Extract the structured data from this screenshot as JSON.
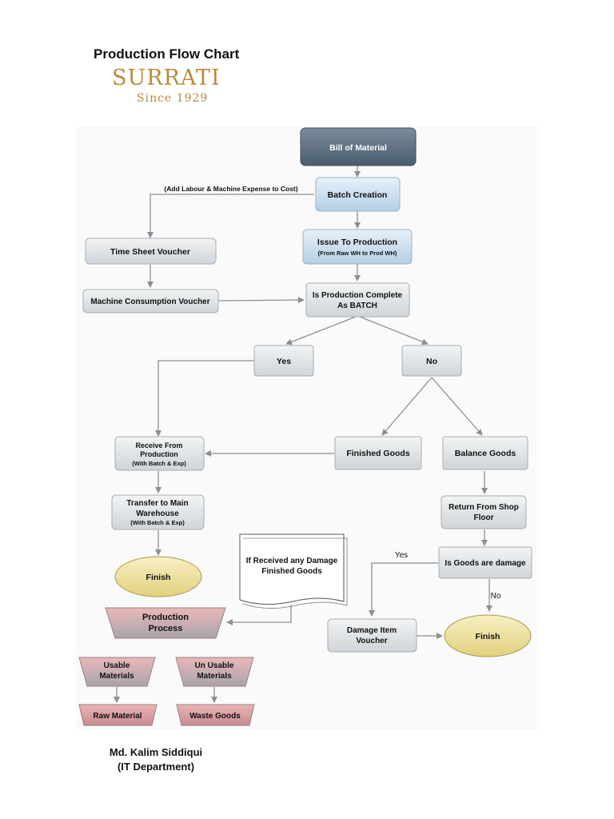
{
  "header": {
    "title": "Production Flow Chart",
    "logo_name": "SURRATI",
    "logo_since": "Since 1929"
  },
  "nodes": {
    "bill_of_material": "Bill of Material",
    "batch_creation": "Batch Creation",
    "labour_note": "(Add Labour & Machine Expense to Cost)",
    "time_sheet_voucher": "Time Sheet Voucher",
    "issue_to_production": "Issue To Production",
    "issue_to_production_sub": "(From Raw WH to Prod WH)",
    "machine_consumption_voucher": "Machine Consumption Voucher",
    "is_production_complete_1": "Is Production Complete",
    "is_production_complete_2": "As BATCH",
    "yes": "Yes",
    "no": "No",
    "receive_from_production_1": "Receive From",
    "receive_from_production_2": "Production",
    "receive_from_production_sub": "(With Batch & Exp)",
    "finished_goods": "Finished Goods",
    "balance_goods": "Balance Goods",
    "transfer_to_main_1": "Transfer to Main",
    "transfer_to_main_2": "Warehouse",
    "transfer_to_main_sub": "(With Batch & Exp)",
    "return_from_shop_1": "Return From Shop",
    "return_from_shop_2": "Floor",
    "yes_label": "Yes",
    "is_goods_damage": "Is Goods are damage",
    "no_label": "No",
    "finish_left": "Finish",
    "damage_note_1": "If Received any Damage",
    "damage_note_2": "Finished Goods",
    "damage_item_voucher_1": "Damage Item",
    "damage_item_voucher_2": "Voucher",
    "finish_right": "Finish",
    "production_process_1": "Production",
    "production_process_2": "Process",
    "usable_materials_1": "Usable",
    "usable_materials_2": "Materials",
    "un_usable_materials_1": "Un Usable",
    "un_usable_materials_2": "Materials",
    "raw_material": "Raw Material",
    "waste_goods": "Waste Goods"
  },
  "footer": {
    "author_name": "Md. Kalim Siddiqui",
    "author_dept": "(IT Department)"
  },
  "colors": {
    "blue_box": "#c9def0",
    "gray_box": "#e2e5e8",
    "dark_box": "#5f7385",
    "oval": "#efe3a2",
    "pink": "#d89090",
    "arrow": "#8a8f94"
  }
}
